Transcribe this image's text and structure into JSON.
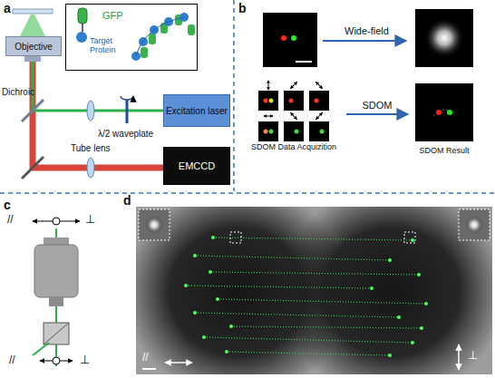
{
  "diagram": {
    "nodes": [
      {
        "text": [
          "Objective"
        ]
      },
      {
        "text": [
          "GFP",
          "Target Protein"
        ]
      },
      {
        "text": [
          "Excitation laser"
        ]
      },
      {
        "text": [
          "EMCCD"
        ]
      },
      {
        "text": [
          "SDOM Data Acquizition"
        ]
      },
      {
        "text": [
          "SDOM Result"
        ]
      }
    ],
    "edges": [
      {
        "from": 4,
        "to": 5,
        "arrow": "to",
        "label": "SDOM"
      }
    ],
    "labels": [
      "a",
      "Dichroic",
      "λ/2 waveplate",
      "Tube lens",
      "b",
      "Wide-field",
      "c",
      "//",
      "⊥",
      "//",
      "⊥",
      "d",
      "//",
      "⊥"
    ]
  }
}
